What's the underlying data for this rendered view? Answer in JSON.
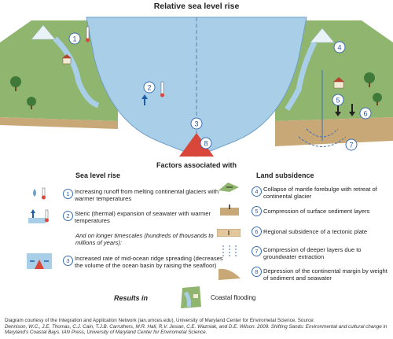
{
  "title": "Relative sea level rise",
  "factors_heading": "Factors associated with",
  "sea_level_rise": {
    "heading": "Sea level rise",
    "items": [
      {
        "num": "1",
        "text": "Increasing runoff from melting continental glaciers with warmer temperatures"
      },
      {
        "num": "2",
        "text": "Steric (thermal) expansion of seawater with warmer temperatures"
      },
      {
        "num": "3",
        "text": "Increased rate of mid-ocean ridge spreading (decreases the volume of the ocean basin by raising the seafloor)"
      }
    ],
    "longer_note": "And on longer timescales (hundreds of thousands to millions of years):"
  },
  "land_subsidence": {
    "heading": "Land subsidence",
    "items": [
      {
        "num": "4",
        "text": "Collapse of mantle forebulge with retreat of continental glacier"
      },
      {
        "num": "5",
        "text": "Compression of surface sediment layers"
      },
      {
        "num": "6",
        "text": "Regional subsidence of a tectonic plate"
      },
      {
        "num": "7",
        "text": "Compression of deeper layers due to groundwater extraction"
      },
      {
        "num": "8",
        "text": "Depression of the continental margin by weight of sediment and seawater"
      }
    ]
  },
  "results_label": "Results in",
  "results_text": "Coastal flooding",
  "footer_line1": "Diagram courtesy of the Integration and Application Network (ian.umces.edu), University of Maryland Center for Envirometal Science. Source:",
  "footer_line2": "Dennison, W.C., J.E. Thomas, C.J. Cain, T.J.B. Carruthers, M.R. Hall, R.V. Jesian, C.E. Wazniak, and D.E. Wilson. 2009. Shifting Sands: Environmental and cultural change in",
  "footer_line3": "Maryland's Coastal Bays. IAN Press, University of Maryland Center for Envirometal Science.",
  "diagram_markers": [
    "1",
    "2",
    "3",
    "4",
    "5",
    "6",
    "7",
    "8"
  ],
  "colors": {
    "ocean": "#a9cfe8",
    "land": "#8fb56e",
    "marker_border": "#3b6fb6",
    "ridge": "#d8473a"
  }
}
